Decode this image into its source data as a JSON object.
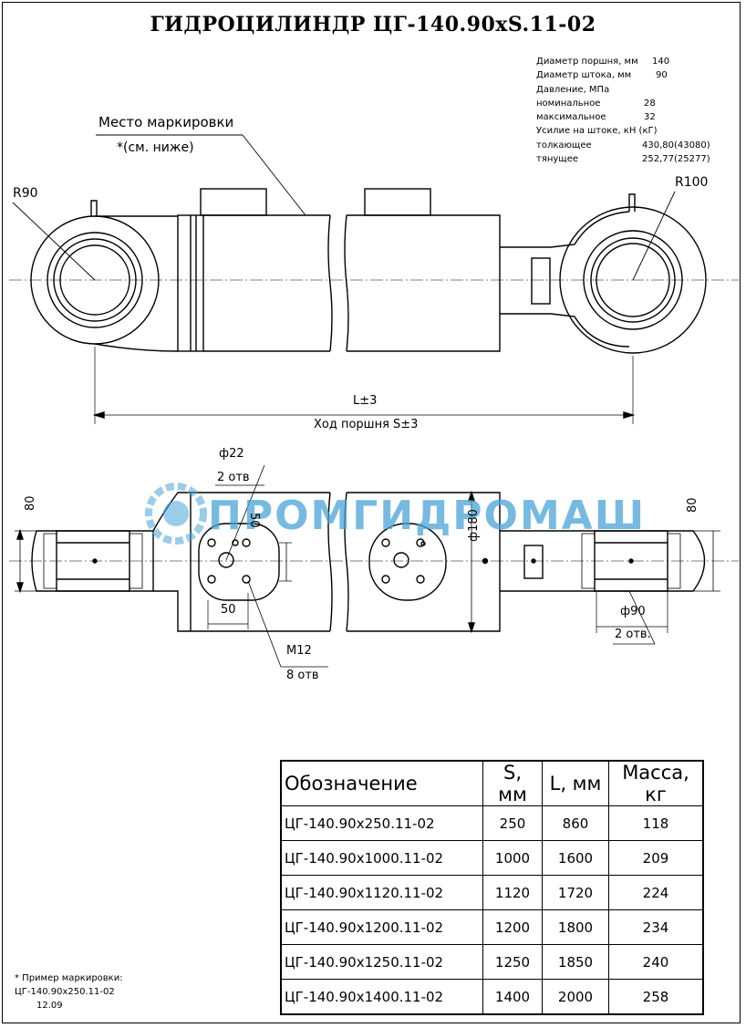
{
  "title": "ГИДРОЦИЛИНДР  ЦГ-140.90xS.11-02",
  "specs": [
    {
      "label": "Диаметр поршня, мм",
      "value": "140",
      "vx": 127
    },
    {
      "label": "Диаметр штока, мм",
      "value": "90",
      "vx": 131
    },
    {
      "label": "Давление, МПа",
      "value": "",
      "vx": 0
    },
    {
      "label": "номинальное",
      "value": "28",
      "vx": 118
    },
    {
      "label": "максимальное",
      "value": "32",
      "vx": 118
    },
    {
      "label": "Усилие на штоке, кН (кГ)",
      "value": "",
      "vx": 0
    },
    {
      "label": "толкающее",
      "value": "430,80(43080)",
      "vx": 116
    },
    {
      "label": "тянущее",
      "value": "252,77(25277)",
      "vx": 116
    }
  ],
  "marking": {
    "label": "Место маркировки",
    "sub": "*(см. ниже)"
  },
  "dims": {
    "r_left": "R90",
    "r_right": "R100",
    "length": "L±3",
    "stroke": "Ход поршня S±3",
    "d22": "ф22",
    "d22_count": "2 отв",
    "dim50_v": "50",
    "dim50_h": "50",
    "m12": "M12",
    "m12_count": "8 отв",
    "d180": "ф180",
    "d90": "ф90",
    "d90_count": "2 отв.",
    "w80_left": "80",
    "w80_right": "80"
  },
  "logo": {
    "text": "ПРОМГИДРОМАШ",
    "color": "#4aa3d8"
  },
  "table": {
    "headers": [
      "Обозначение",
      "S, мм",
      "L, мм",
      "Масса, кг"
    ],
    "rows": [
      [
        "ЦГ-140.90х250.11-02",
        "250",
        "860",
        "118"
      ],
      [
        "ЦГ-140.90х1000.11-02",
        "1000",
        "1600",
        "209"
      ],
      [
        "ЦГ-140.90х1120.11-02",
        "1120",
        "1720",
        "224"
      ],
      [
        "ЦГ-140.90х1200.11-02",
        "1200",
        "1800",
        "234"
      ],
      [
        "ЦГ-140.90х1250.11-02",
        "1250",
        "1850",
        "240"
      ],
      [
        "ЦГ-140.90х1400.11-02",
        "1400",
        "2000",
        "258"
      ]
    ]
  },
  "example": {
    "line1": "* Пример маркировки:",
    "line2": "ЦГ-140.90х250.11-02",
    "line3": "12.09"
  }
}
